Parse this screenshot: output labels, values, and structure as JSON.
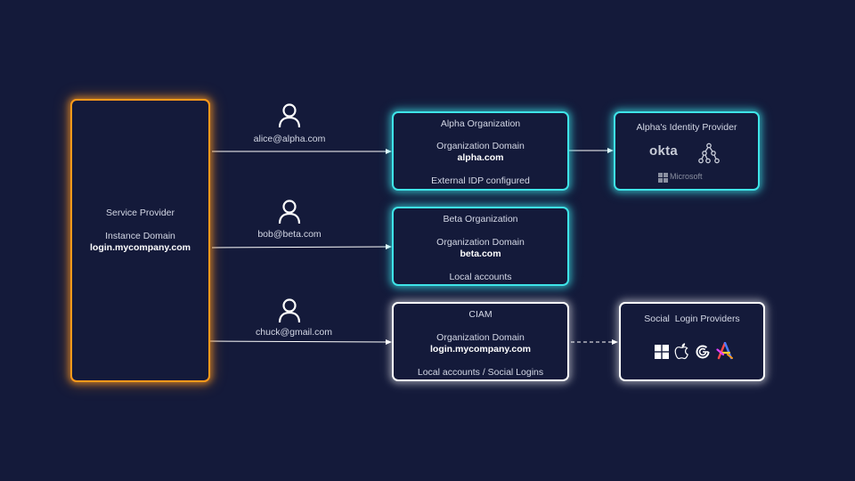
{
  "service_provider": {
    "title": "Service Provider",
    "domain_label": "Instance Domain",
    "domain_value": "login.mycompany.com"
  },
  "users": [
    {
      "email": "alice@alpha.com",
      "icon": "user-icon"
    },
    {
      "email": "bob@beta.com",
      "icon": "user-icon"
    },
    {
      "email": "chuck@gmail.com",
      "icon": "user-icon"
    }
  ],
  "alpha_org": {
    "title": "Alpha Organization",
    "domain_label": "Organization Domain",
    "domain_value": "alpha.com",
    "note": "External IDP configured"
  },
  "beta_org": {
    "title": "Beta Organization",
    "domain_label": "Organization Domain",
    "domain_value": "beta.com",
    "note": "Local accounts"
  },
  "ciam": {
    "title": "CIAM",
    "domain_label": "Organization Domain",
    "domain_value": "login.mycompany.com",
    "note": "Local accounts / Social Logins"
  },
  "alpha_idp": {
    "title": "Alpha's Identity Provider",
    "okta_label": "okta",
    "microsoft_label": "Microsoft",
    "icons": [
      "okta-logo",
      "org-tree-icon",
      "microsoft-logo"
    ]
  },
  "social": {
    "title": "Social  Login Providers",
    "icons": [
      "windows-icon",
      "apple-icon",
      "google-icon",
      "multicolor-a-icon"
    ]
  },
  "colors": {
    "background": "#141a3a",
    "orange": "#ff9a1a",
    "teal": "#3ee4e8",
    "white": "#ffffff"
  }
}
